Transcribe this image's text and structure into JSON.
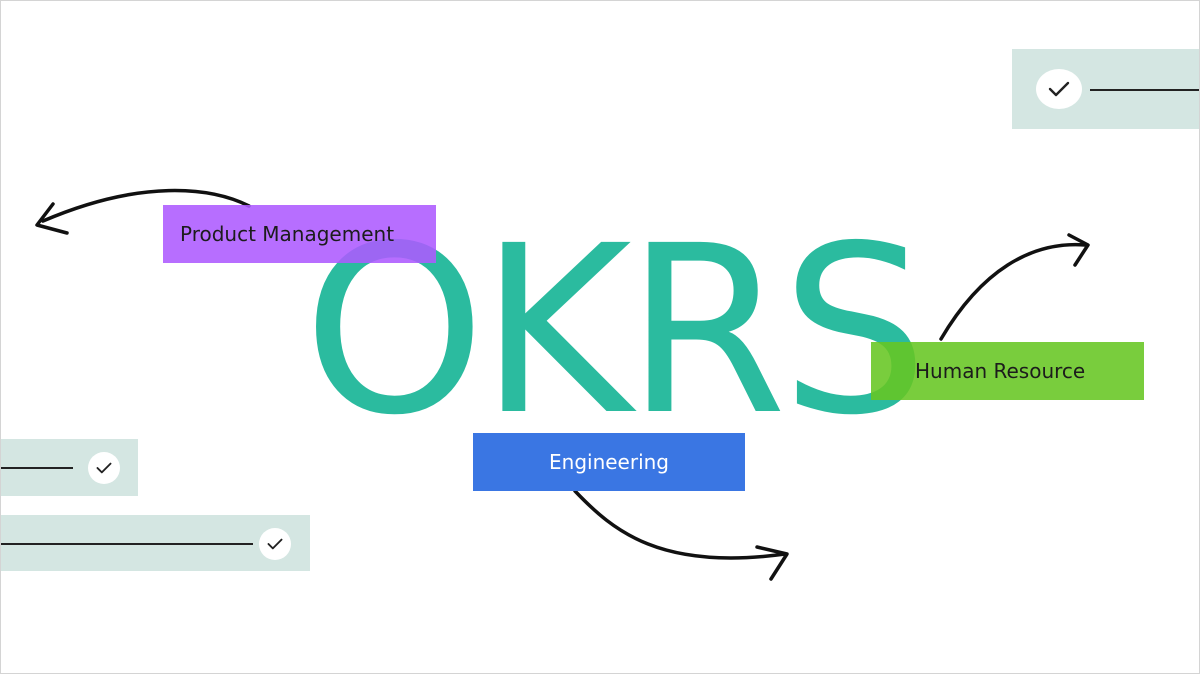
{
  "title": "OKRS",
  "labels": {
    "product_management": "Product Management",
    "engineering": "Engineering",
    "human_resource": "Human Resource"
  },
  "icons": {
    "check": "check-icon",
    "arrow": "hand-drawn-arrow-icon"
  },
  "colors": {
    "title": "#2bbb9f",
    "product_management": "#ad5aff",
    "engineering": "#3a76e3",
    "human_resource": "#66c622",
    "card": "#d4e6e2"
  }
}
